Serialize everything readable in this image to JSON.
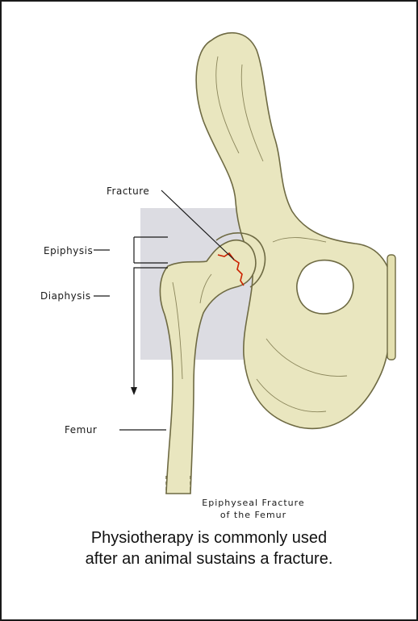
{
  "labels": {
    "fracture": "Fracture",
    "epiphysis": "Epiphysis",
    "diaphysis": "Diaphysis",
    "femur": "Femur"
  },
  "figure_title": {
    "line1": "Epiphyseal Fracture",
    "line2": "of the Femur"
  },
  "caption": {
    "line1": "Physiotherapy is commonly used",
    "line2": "after an animal sustains a fracture."
  },
  "colors": {
    "bone_fill": "#e9e6bf",
    "bone_stroke": "#6e6a43",
    "highlight_box": "#dcdce2",
    "fracture_line": "#cc2200"
  }
}
